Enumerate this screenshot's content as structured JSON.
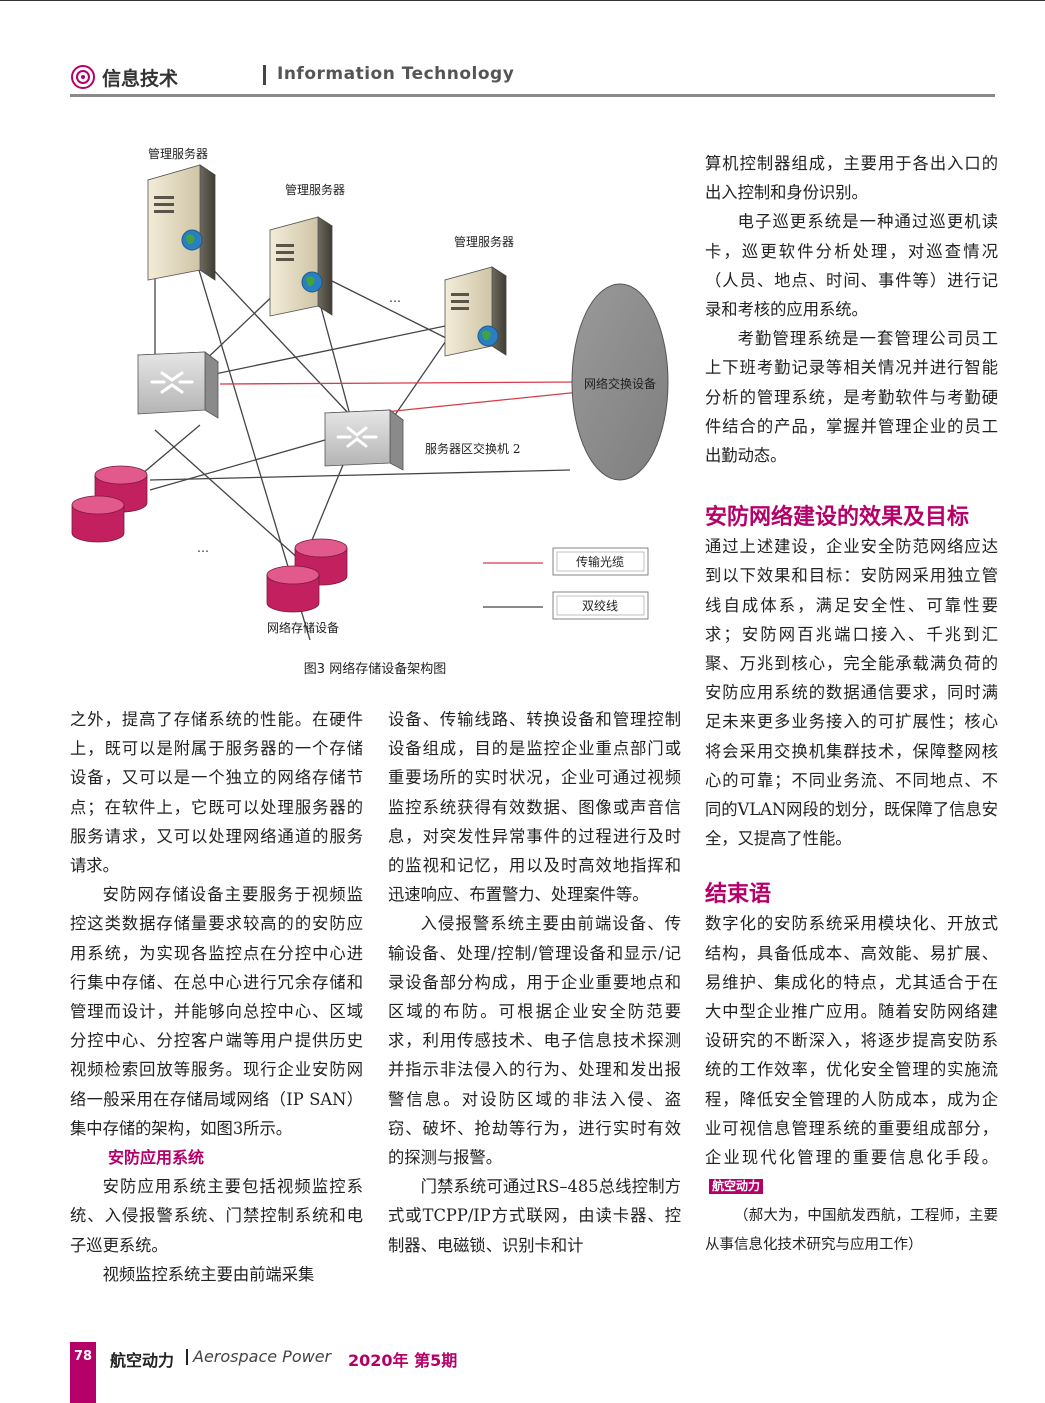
{
  "header": {
    "section_cn": "信息技术",
    "section_en": "Information Technology"
  },
  "figure": {
    "labels": {
      "server1": "管理服务器",
      "server2": "管理服务器",
      "server3": "管理服务器",
      "ellipsis_servers": "…",
      "network_device": "网络交换设备",
      "switch2": "服务器区交换机 2",
      "ellipsis_storage": "…",
      "storage": "网络存储设备"
    },
    "legend": {
      "fiber": "传输光缆",
      "twisted_pair": "双绞线"
    },
    "colors": {
      "fiber": "#d83a4a",
      "twisted_pair": "#444444",
      "storage": "#c2205e",
      "ellipse": "#8c8c8c"
    },
    "caption": "图3  网络存储设备架构图"
  },
  "col1": {
    "p1": "之外，提高了存储系统的性能。在硬件上，既可以是附属于服务器的一个存储设备，又可以是一个独立的网络存储节点；在软件上，它既可以处理服务器的服务请求，又可以处理网络通道的服务请求。",
    "p2": "安防网存储设备主要服务于视频监控这类数据存储量要求较高的的安防应用系统，为实现各监控点在分控中心进行集中存储、在总中心进行冗余存储和管理而设计，并能够向总控中心、区域分控中心、分控客户端等用户提供历史视频检索回放等服务。现行企业安防网络一般采用在存储局域网络（IP SAN）集中存储的架构，如图3所示。",
    "heading": "安防应用系统",
    "p3": "安防应用系统主要包括视频监控系统、入侵报警系统、门禁控制系统和电子巡更系统。",
    "p4": "视频监控系统主要由前端采集"
  },
  "col2": {
    "p1": "设备、传输线路、转换设备和管理控制设备组成，目的是监控企业重点部门或重要场所的实时状况，企业可通过视频监控系统获得有效数据、图像或声音信息，对突发性异常事件的过程进行及时的监视和记忆，用以及时高效地指挥和迅速响应、布置警力、处理案件等。",
    "p2": "入侵报警系统主要由前端设备、传输设备、处理/控制/管理设备和显示/记录设备部分构成，用于企业重要地点和区域的布防。可根据企业安全防范要求，利用传感技术、电子信息技术探测并指示非法侵入的行为、处理和发出报警信息。对设防区域的非法入侵、盗窃、破坏、抢劫等行为，进行实时有效的探测与报警。",
    "p3": "门禁系统可通过RS–485总线控制方式或TCPP/IP方式联网，由读卡器、控制器、电磁锁、识别卡和计"
  },
  "col3": {
    "p1": "算机控制器组成，主要用于各出入口的出入控制和身份识别。",
    "p2": "电子巡更系统是一种通过巡更机读卡，巡更软件分析处理，对巡查情况（人员、地点、时间、事件等）进行记录和考核的应用系统。",
    "p3": "考勤管理系统是一套管理公司员工上下班考勤记录等相关情况并进行智能分析的管理系统，是考勤软件与考勤硬件结合的产品，掌握并管理企业的员工出勤动态。",
    "heading1": "安防网络建设的效果及目标",
    "p4": "通过上述建设，企业安全防范网络应达到以下效果和目标：安防网采用独立管线自成体系，满足安全性、可靠性要求；安防网百兆端口接入、千兆到汇聚、万兆到核心，完全能承载满负荷的安防应用系统的数据通信要求，同时满足未来更多业务接入的可扩展性；核心将会采用交换机集群技术，保障整网核心的可靠；不同业务流、不同地点、不同的VLAN网段的划分，既保障了信息安全，又提高了性能。",
    "heading2": "结束语",
    "p5": "数字化的安防系统采用模块化、开放式结构，具备低成本、高效能、易扩展、易维护、集成化的特点，尤其适合于在大中型企业推广应用。随着安防网络建设研究的不断深入，将逐步提高安防系统的工作效率，优化安全管理的实施流程，降低安全管理的人防成本，成为企业可视信息管理系统的重要组成部分，企业现代化管理的重要信息化手段。",
    "tag": "航空动力",
    "author": "（郝大为，中国航发西航，工程师，主要从事信息化技术研究与应用工作）"
  },
  "footer": {
    "page": "78",
    "magazine_cn": "航空动力",
    "magazine_en": "Aerospace Power",
    "issue": "2020年 第5期"
  },
  "accent_color": "#b5006a"
}
